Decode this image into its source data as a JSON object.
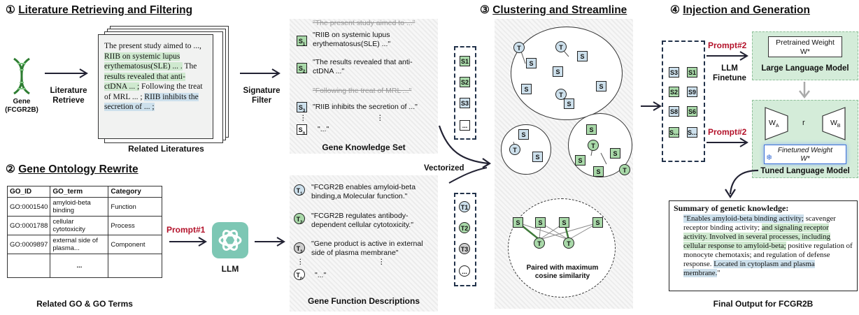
{
  "sections": {
    "s1": {
      "num": "①",
      "title": "Literature Retrieving and Filtering"
    },
    "s2": {
      "num": "②",
      "title": "Gene Ontology Rewrite"
    },
    "s3": {
      "num": "③",
      "title": "Clustering and Streamline"
    },
    "s4": {
      "num": "④",
      "title": "Injection and Generation"
    }
  },
  "gene": {
    "line1": "Gene",
    "line2": "(FCGR2B)"
  },
  "arrows": {
    "lit_retrieve": [
      "Literature",
      "Retrieve"
    ],
    "sig_filter": [
      "Signature",
      "Filter"
    ],
    "vectorized": "Vectorized",
    "llm_finetune": [
      "LLM",
      "Finetune"
    ],
    "prompt1": "Prompt#1",
    "prompt2a": "Prompt#2",
    "prompt2b": "Prompt#2"
  },
  "literature": {
    "caption": "Related Literatures",
    "p1": "The present study aimed to ..., ",
    "h1": "RIIB on systemic lupus erythematosus(SLE) ... .",
    "p2": " The ",
    "h2": "results revealed that anti-ctDNA ... ;",
    "p3": " Following the treat of MRL ... ; ",
    "h3": "RIIB inhibits the secretion of ... ;"
  },
  "knowledge": {
    "caption": "Gene Knowledge Set",
    "struck1": "\"The present study aimed to ...\"",
    "items": [
      {
        "id": "1",
        "text": "\"RIIB on systemic lupus erythematosus(SLE) ...\""
      },
      {
        "id": "2",
        "text": "\"The results revealed that anti-ctDNA ...\""
      },
      {
        "id": "3",
        "text": "\"RIIB inhibits the secretion of ...\""
      },
      {
        "id": "n",
        "text": "\"...\""
      }
    ],
    "struck2": "\"Following the treat of MRL ...\"",
    "vdots": "⋮"
  },
  "go_table": {
    "caption": "Related GO & GO Terms",
    "headers": [
      "GO_ID",
      "GO_term",
      "Category"
    ],
    "rows": [
      [
        "GO:0001540",
        "amyloid-beta binding",
        "Function"
      ],
      [
        "GO:0001788",
        "cellular cytotoxicity",
        "Process"
      ],
      [
        "GO:0009897",
        "external side of plasma...",
        "Component"
      ],
      [
        "",
        "...",
        ""
      ]
    ]
  },
  "llm_label": "LLM",
  "functions": {
    "caption": "Gene Function Descriptions",
    "items": [
      {
        "id": "1",
        "text": "\"FCGR2B enables amyloid-beta binding,a Molecular function.\""
      },
      {
        "id": "2",
        "text": "\"FCGR2B regulates antibody-dependent cellular cytotoxicity.\""
      },
      {
        "id": "3",
        "text": "\"Gene product is active in external side of plasma membrane\""
      },
      {
        "id": "n",
        "text": "\"...\""
      }
    ]
  },
  "vec_s": [
    "S1",
    "S2",
    "S3",
    "..."
  ],
  "vec_t": [
    "T1",
    "T2",
    "T3",
    "..."
  ],
  "cluster": {
    "paired_caption": "Paired with maximum cosine similarity"
  },
  "selected": [
    [
      "S3",
      "S1"
    ],
    [
      "S2",
      "S9"
    ],
    [
      "S8",
      "S6"
    ],
    [
      "S...",
      "S..."
    ]
  ],
  "models": {
    "pretrained_title": "Pretrained Weight",
    "pretrained_w": "W*",
    "llm_name": "Large Language Model",
    "wa": "W",
    "wa_sub": "A",
    "r": "r",
    "wb": "W",
    "wb_sub": "B",
    "finetuned_title": "Finetuned Weight",
    "finetuned_w": "W*",
    "tuned_name": "Tuned Language Model",
    "snow": "❄"
  },
  "summary": {
    "title": "Summary of genetic knowledge:",
    "caption": "Final Output for FCGR2B",
    "parts": [
      {
        "t": "\"Enables amyloid-beta binding activity;",
        "h": "b"
      },
      {
        "t": " scavenger receptor binding activity; ",
        "h": ""
      },
      {
        "t": "and signaling receptor activity. Involved in several processes, including cellular response to amyloid-beta;",
        "h": "g"
      },
      {
        "t": " positive regulation of monocyte chemotaxis; and regulation of defense response. ",
        "h": ""
      },
      {
        "t": "Located in cytoplasm and plasma membrane.",
        "h": "b"
      },
      {
        "t": "\"",
        "h": ""
      }
    ]
  },
  "colors": {
    "accent_red": "#b3122a",
    "green_hl": "#cfe9cf",
    "blue_hl": "#cde0ec"
  }
}
